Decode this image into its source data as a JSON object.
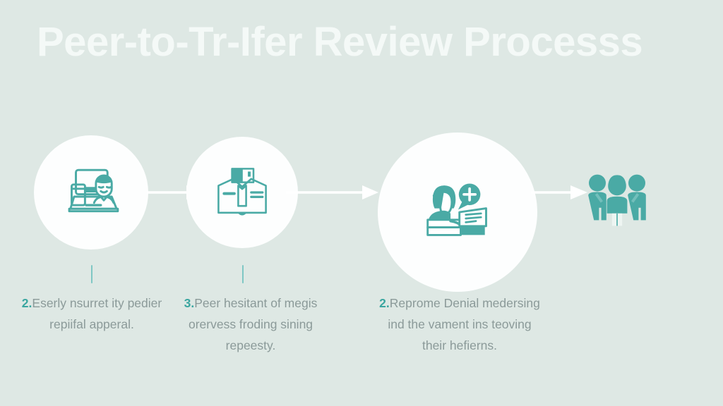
{
  "header": {
    "title": "Peer-to-Tr-Ifer Review Processs"
  },
  "theme": {
    "background": "#dee8e4",
    "title_color": "#f4f9f7",
    "accent_teal": "#3aa6a0",
    "icon_teal": "#4aaaa5",
    "caption_text": "#8b9a99",
    "circle_fill": "#fdfefe",
    "arrow_color": "#ffffff",
    "connector_color": "#7fc7c4"
  },
  "steps": [
    {
      "icon": "laptop-telehealth-icon",
      "icon_label": "laptop with person on screen",
      "has_circle": true,
      "has_connector": true,
      "number": "2.",
      "caption": "Eserly nsurret ity pedier repiifal apperal.",
      "caption_lines": [
        "Eserly nsurret ity",
        "pedier repiifal",
        "apperal."
      ]
    },
    {
      "icon": "shirt-document-icon",
      "icon_label": "folded shirt form document",
      "has_circle": true,
      "has_connector": true,
      "number": "3.",
      "caption": "Peer hesitant of megis orervess froding sining repeesty.",
      "caption_lines": [
        "Peer hesitant of",
        "megis orervess",
        "froding sining",
        "repeesty."
      ]
    },
    {
      "icon": "doctor-review-icon",
      "icon_label": "person with medical cross speech bubble reading a document",
      "has_circle": true,
      "has_connector": false,
      "number": "2.",
      "caption": "Reprome Denial medersing ind the vament ins teoving their hefierns.",
      "caption_lines": [
        "Reprome Denial",
        "medersing ind the",
        "vament ins teoving",
        "their hefierns."
      ]
    },
    {
      "icon": "people-group-icon",
      "icon_label": "group of three people",
      "has_circle": false,
      "has_connector": false,
      "number": "",
      "caption": "",
      "caption_lines": []
    }
  ],
  "arrows": [
    {
      "name": "arrow-step1-to-step2"
    },
    {
      "name": "arrow-step2-to-step3"
    },
    {
      "name": "arrow-step3-to-step4"
    }
  ]
}
